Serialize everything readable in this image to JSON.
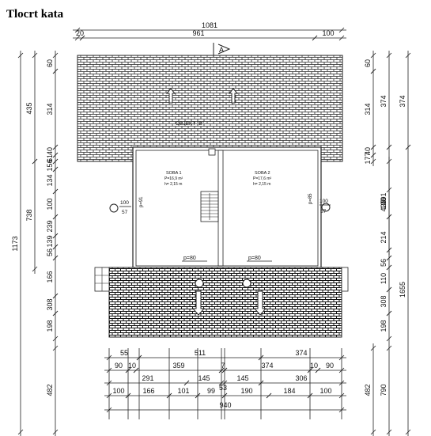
{
  "title": "Tlocrt kata",
  "section_marker": "A",
  "roof_label": "OBJEKT \"B\"",
  "rooms": [
    {
      "name": "SOBA 1",
      "area": "P=16,9 m²",
      "height": "h= 2,15 m"
    },
    {
      "name": "SOBA 2",
      "area": "P=17,6 m²",
      "height": "h= 2,15 m"
    }
  ],
  "openings": {
    "window_left_w": "100",
    "window_left_h": "57",
    "window_right_w": "100",
    "window_right_h": "57",
    "door_left": "p=91",
    "door_right": "p=85",
    "bottom_left": "p=80",
    "bottom_right": "p=80"
  },
  "dims_top": {
    "overall": "1081",
    "offset": "20",
    "middle": "961",
    "right": "100"
  },
  "dims_left_outer": {
    "total": "1173"
  },
  "dims_left_mid": {
    "upper": "435",
    "lower": "738"
  },
  "dims_left_inner": [
    "60",
    "314",
    "40",
    "61",
    "156",
    "134",
    "100",
    "239",
    "139",
    "56",
    "166",
    "308",
    "198",
    "482"
  ],
  "dims_right_inner": [
    "60",
    "314",
    "40",
    "177",
    "425",
    "100",
    "214",
    "56",
    "110",
    "308",
    "198",
    "482"
  ],
  "dims_right_mid": [
    "374",
    "491",
    "790"
  ],
  "dims_right_outer": {
    "total": "1655",
    "upper": "374"
  },
  "dims_bottom": {
    "row1": [
      "55",
      "511",
      "374"
    ],
    "row2": [
      "90",
      "10",
      "359",
      "7",
      "374",
      "10",
      "90"
    ],
    "row3": [
      "291",
      "145",
      "145",
      "306"
    ],
    "row3_extra": "53",
    "row4": [
      "100",
      "166",
      "101",
      "99",
      "190",
      "184",
      "100"
    ],
    "total": "940"
  }
}
